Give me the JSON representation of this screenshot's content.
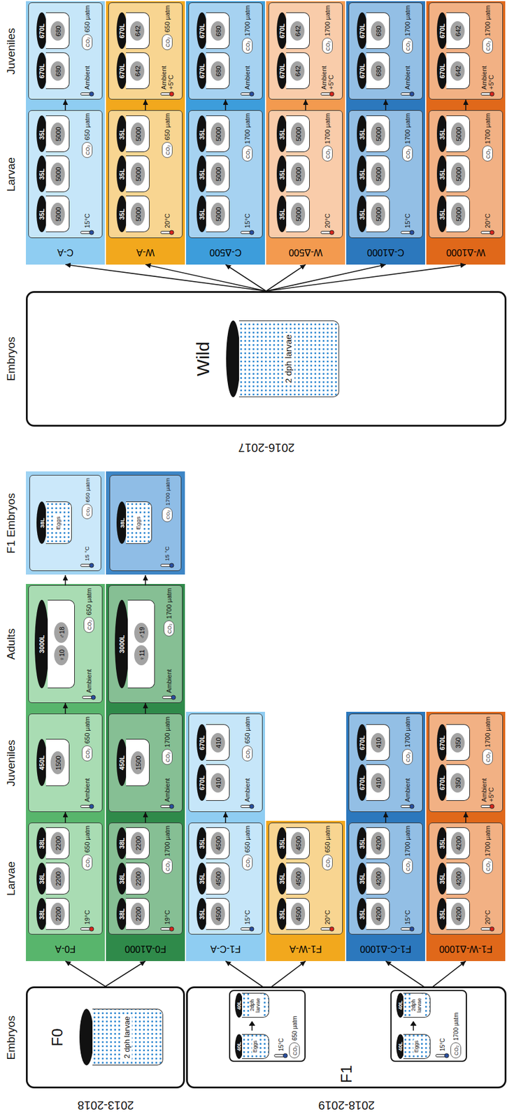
{
  "diagram": {
    "nodes": [
      {
        "text": [
          "F0",
          "2 dph larvae"
        ]
      },
      {
        "text": [
          "F0-A"
        ]
      },
      {
        "text": [
          "38L",
          "2200",
          "38L",
          "2200",
          "38L",
          "2200",
          "19°C",
          "CO₂",
          "650 µatm"
        ],
        "in": 1
      },
      {
        "text": [
          "450L",
          "1500",
          "Ambient",
          "CO₂",
          "650 µatm"
        ],
        "in": 1
      },
      {
        "text": [
          "3000L",
          "♀10",
          "♂18",
          "Ambient",
          "CO₂",
          "650 µatm"
        ],
        "in": 1
      },
      {
        "text": [
          "38L",
          "Eggs",
          "15 °C",
          "CO₂",
          "650 µatm"
        ]
      },
      {
        "text": [
          "F0-Δ1000"
        ]
      },
      {
        "text": [
          "38L",
          "2200",
          "38L",
          "2200",
          "38L",
          "2200",
          "19°C",
          "CO₂",
          "1700 µatm"
        ],
        "in": 6
      },
      {
        "text": [
          "450L",
          "1500",
          "Ambient",
          "CO₂",
          "1700 µatm"
        ],
        "in": 6
      },
      {
        "text": [
          "3000L",
          "♀11",
          "♂19",
          "Ambient",
          "CO₂",
          "1700 µatm"
        ],
        "in": 6
      },
      {
        "text": [
          "38L",
          "Eggs",
          "15 °C",
          "CO₂",
          "1700 µatm"
        ]
      },
      {
        "text": [
          "F1"
        ]
      },
      {
        "text": [
          "40L",
          "Eggs",
          "40L",
          "2dph larvae",
          "15°C",
          "CO₂",
          "650 µatm"
        ],
        "in": 11
      },
      {
        "text": [
          "40L",
          "Eggs",
          "40L",
          "2dph larvae",
          "15°C",
          "CO₂",
          "1700 µatm"
        ],
        "in": 11
      },
      {
        "text": [
          "F1-C-A"
        ]
      },
      {
        "text": [
          "35L",
          "4500",
          "35L",
          "4500",
          "35L",
          "4500",
          "15°C",
          "CO₂",
          "650 µatm"
        ],
        "in": 14
      },
      {
        "text": [
          "670L",
          "410",
          "670L",
          "410",
          "Ambient",
          "CO₂",
          "650 µatm"
        ],
        "in": 14
      },
      {
        "text": [
          "F1-W-A"
        ]
      },
      {
        "text": [
          "35L",
          "4500",
          "35L",
          "4500",
          "35L",
          "4500",
          "20°C",
          "CO₂",
          "650 µatm"
        ],
        "in": 17
      },
      {
        "text": [
          "F1-C-Δ1000"
        ]
      },
      {
        "text": [
          "35L",
          "4200",
          "35L",
          "4200",
          "35L",
          "4200",
          "15°C",
          "CO₂",
          "1700 µatm"
        ],
        "in": 19
      },
      {
        "text": [
          "670L",
          "410",
          "670L",
          "410",
          "Ambient",
          "CO₂",
          "1700 µatm"
        ],
        "in": 19
      },
      {
        "text": [
          "F1-W-Δ1000"
        ]
      },
      {
        "text": [
          "35L",
          "4200",
          "35L",
          "4200",
          "35L",
          "4200",
          "20°C",
          "CO₂",
          "1700 µatm"
        ],
        "in": 22
      },
      {
        "text": [
          "670L",
          "350",
          "670L",
          "350",
          "Ambient +5°C",
          "CO₂",
          "1700 µatm"
        ],
        "in": 22
      },
      {
        "text": [
          "Wild",
          "2 dph larvae"
        ]
      },
      {
        "text": [
          "C-A"
        ]
      },
      {
        "text": [
          "35L",
          "5000",
          "35L",
          "5000",
          "35L",
          "5000",
          "15°C",
          "CO₂",
          "650 µatm"
        ],
        "in": 26
      },
      {
        "text": [
          "670L",
          "680",
          "670L",
          "680",
          "Ambient",
          "CO₂",
          "650 µatm"
        ],
        "in": 26
      },
      {
        "text": [
          "W-A"
        ]
      },
      {
        "text": [
          "35L",
          "5000",
          "35L",
          "5000",
          "35L",
          "5000",
          "20°C",
          "CO₂",
          "650 µatm"
        ],
        "in": 29
      },
      {
        "text": [
          "670L",
          "642",
          "670L",
          "642",
          "Ambient +5°C",
          "CO₂",
          "650 µatm"
        ],
        "in": 29
      },
      {
        "text": [
          "C-Δ500"
        ]
      },
      {
        "text": [
          "35L",
          "5000",
          "35L",
          "5000",
          "35L",
          "5000",
          "15°C",
          "CO₂",
          "1700 µatm"
        ],
        "in": 32
      },
      {
        "text": [
          "670L",
          "680",
          "670L",
          "680",
          "Ambient",
          "CO₂",
          "1700 µatm"
        ],
        "in": 32
      },
      {
        "text": [
          "W-Δ500"
        ]
      },
      {
        "text": [
          "35L",
          "5000",
          "35L",
          "5000",
          "35L",
          "5000",
          "20°C",
          "CO₂",
          "1700 µatm"
        ],
        "in": 35
      },
      {
        "text": [
          "670L",
          "642",
          "670L",
          "642",
          "Ambient +5°C",
          "CO₂",
          "1700 µatm"
        ],
        "in": 35
      },
      {
        "text": [
          "C-Δ1000"
        ]
      },
      {
        "text": [
          "35L",
          "5000",
          "35L",
          "5000",
          "35L",
          "5000",
          "15°C",
          "CO₂",
          "1700 µatm"
        ],
        "in": 38
      },
      {
        "text": [
          "670L",
          "680",
          "670L",
          "680",
          "Ambient",
          "CO₂",
          "1700 µatm"
        ],
        "in": 38
      },
      {
        "text": [
          "W-Δ1000"
        ]
      },
      {
        "text": [
          "35L",
          "5000",
          "35L",
          "5000",
          "35L",
          "5000",
          "20°C",
          "CO₂",
          "1700 µatm"
        ],
        "in": 41
      },
      {
        "text": [
          "670L",
          "642",
          "670L",
          "642",
          "Ambient +5°C",
          "CO₂",
          "1700 µatm"
        ],
        "in": 41
      }
    ],
    "edges": [
      {
        "from": 0,
        "to": 1,
        "arrow": "to"
      },
      {
        "from": 0,
        "to": 6,
        "arrow": "to"
      },
      {
        "from": 2,
        "to": 3,
        "arrow": "to"
      },
      {
        "from": 3,
        "to": 4,
        "arrow": "to"
      },
      {
        "from": 4,
        "to": 5,
        "arrow": "to"
      },
      {
        "from": 7,
        "to": 8,
        "arrow": "to"
      },
      {
        "from": 8,
        "to": 9,
        "arrow": "to"
      },
      {
        "from": 9,
        "to": 10,
        "arrow": "to"
      },
      {
        "from": 12,
        "to": 14,
        "arrow": "to"
      },
      {
        "from": 12,
        "to": 17,
        "arrow": "to"
      },
      {
        "from": 13,
        "to": 19,
        "arrow": "to"
      },
      {
        "from": 13,
        "to": 22,
        "arrow": "to"
      },
      {
        "from": 15,
        "to": 16,
        "arrow": "to"
      },
      {
        "from": 20,
        "to": 21,
        "arrow": "to"
      },
      {
        "from": 23,
        "to": 24,
        "arrow": "to"
      },
      {
        "from": 25,
        "to": 26,
        "arrow": "to"
      },
      {
        "from": 25,
        "to": 29,
        "arrow": "to"
      },
      {
        "from": 25,
        "to": 32,
        "arrow": "to"
      },
      {
        "from": 25,
        "to": 35,
        "arrow": "to"
      },
      {
        "from": 25,
        "to": 38,
        "arrow": "to"
      },
      {
        "from": 25,
        "to": 41,
        "arrow": "to"
      },
      {
        "from": 27,
        "to": 28,
        "arrow": "to"
      },
      {
        "from": 30,
        "to": 31,
        "arrow": "to"
      },
      {
        "from": 33,
        "to": 34,
        "arrow": "to"
      },
      {
        "from": 36,
        "to": 37,
        "arrow": "to"
      },
      {
        "from": 39,
        "to": 40,
        "arrow": "to"
      },
      {
        "from": 42,
        "to": 43,
        "arrow": "to"
      }
    ],
    "labels": [
      "Embryos",
      "Larvae",
      "Juveniles",
      "Adults",
      "F1 Embryos",
      "2013-2018",
      "2018-2019",
      "Embryos",
      "Larvae",
      "Juveniles",
      "2016-2017"
    ]
  }
}
